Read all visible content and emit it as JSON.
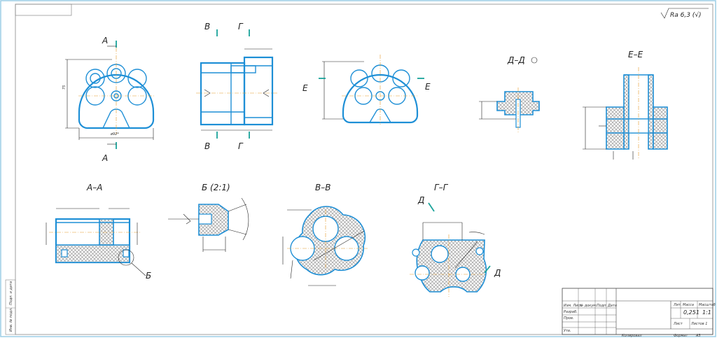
{
  "roughness": {
    "text": "Ra 6,3 (√)"
  },
  "views": {
    "top_a": "А",
    "bottom_a": "А",
    "diam_label": "ø92*",
    "height_label": "75",
    "b_top": "В",
    "g_top": "Г",
    "b_bottom": "В",
    "g_bottom": "Г",
    "e_left": "Е",
    "e_right": "Е",
    "section_dd": "Д–Д",
    "section_ee": "Е–Е",
    "section_aa": "А–А",
    "detail_b": "Б (2:1)",
    "section_vv": "В–В",
    "section_gg": "Г–Г",
    "callout_b": "Б",
    "d_top": "Д",
    "d_bottom": "Д"
  },
  "title_block": {
    "lit": "Лит.",
    "mass": "Масса",
    "scale": "Масштаб",
    "mass_value": "0,251",
    "scale_value": "1:1",
    "sheet": "Лист",
    "sheets": "Листов   1",
    "izm": "Изм. Лист",
    "ndok": "№ докум.",
    "podp": "Подп.",
    "data": "Дата",
    "razrab": "Разраб.",
    "prov": "Пров.",
    "utv": "Утв.",
    "kopiroval": "Копировал",
    "format": "Формат",
    "format_value": "А3"
  },
  "left_strip": {
    "inv_podl": "Инв. № подл.",
    "podp_data": "Подп. и дата"
  }
}
